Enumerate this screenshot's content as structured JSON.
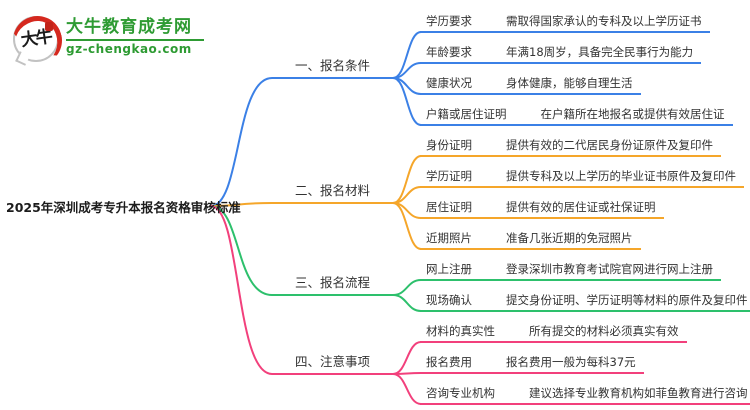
{
  "logo": {
    "icon_text": "大牛",
    "title": "大牛教育成考网",
    "url": "gz-chengkao.com",
    "brand_color": "#2e9b33",
    "icon_accent_color": "#d5281e"
  },
  "central_topic": "2025年深圳成考专升本报名资格审核标准",
  "branches": [
    {
      "label": "一、报名条件",
      "color": "#3b80e6",
      "rows": [
        {
          "label": "学历要求",
          "desc": "需取得国家承认的专科及以上学历证书"
        },
        {
          "label": "年龄要求",
          "desc": "年满18周岁，具备完全民事行为能力"
        },
        {
          "label": "健康状况",
          "desc": "身体健康，能够自理生活"
        },
        {
          "label": "户籍或居住证明",
          "desc": "在户籍所在地报名或提供有效居住证"
        }
      ]
    },
    {
      "label": "二、报名材料",
      "color": "#f5a62a",
      "rows": [
        {
          "label": "身份证明",
          "desc": "提供有效的二代居民身份证原件及复印件"
        },
        {
          "label": "学历证明",
          "desc": "提供专科及以上学历的毕业证书原件及复印件"
        },
        {
          "label": "居住证明",
          "desc": "提供有效的居住证或社保证明"
        },
        {
          "label": "近期照片",
          "desc": "准备几张近期的免冠照片"
        }
      ]
    },
    {
      "label": "三、报名流程",
      "color": "#2dc06c",
      "rows": [
        {
          "label": "网上注册",
          "desc": "登录深圳市教育考试院官网进行网上注册"
        },
        {
          "label": "现场确认",
          "desc": "提交身份证明、学历证明等材料的原件及复印件"
        }
      ]
    },
    {
      "label": "四、注意事项",
      "color": "#f2407c",
      "rows": [
        {
          "label": "材料的真实性",
          "desc": "所有提交的材料必须真实有效"
        },
        {
          "label": "报名费用",
          "desc": "报名费用一般为每科37元"
        },
        {
          "label": "咨询专业机构",
          "desc": "建议选择专业教育机构如菲鱼教育进行咨询"
        }
      ]
    }
  ]
}
